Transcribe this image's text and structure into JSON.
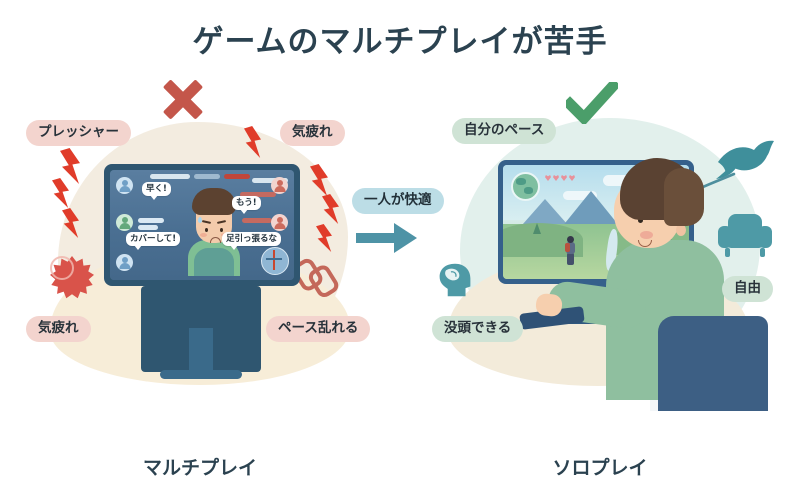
{
  "title": "ゲームのマルチプレイが苦手",
  "left_panel": {
    "caption": "マルチプレイ",
    "verdict_icon": "x-mark-icon",
    "badges": [
      {
        "id": "pressure",
        "label": "プレッシャー"
      },
      {
        "id": "mental-fatigue-top",
        "label": "気疲れ"
      },
      {
        "id": "mental-fatigue-bottom",
        "label": "気疲れ"
      },
      {
        "id": "pace-disrupted",
        "label": "ペース乱れる"
      }
    ],
    "chat_bubbles": [
      {
        "id": "hurry",
        "label": "早く!"
      },
      {
        "id": "enough",
        "label": "もう!"
      },
      {
        "id": "cover-me",
        "label": "カバーして!"
      },
      {
        "id": "dont-drag-us-down",
        "label": "足引っ張るな"
      }
    ],
    "icons": [
      "lightning-bolt-icon",
      "burst-pain-icon",
      "broken-chain-icon"
    ]
  },
  "center": {
    "badge": "一人が快適",
    "arrow_icon": "right-arrow-icon"
  },
  "right_panel": {
    "caption": "ソロプレイ",
    "verdict_icon": "check-mark-icon",
    "badges": [
      {
        "id": "own-pace",
        "label": "自分のペース"
      },
      {
        "id": "can-immerse",
        "label": "没頭できる"
      },
      {
        "id": "freedom",
        "label": "自由"
      }
    ],
    "icons": [
      "brain-head-icon",
      "bird-icon",
      "armchair-icon",
      "heart-hud-icon",
      "minimap-icon"
    ]
  },
  "colors": {
    "title": "#2b4250",
    "negative_badge": "#f3d4ce",
    "positive_badge": "#cfe3d5",
    "center_badge": "#bcdde6",
    "x_mark": "#c4564a",
    "check_mark": "#4b9e6a",
    "bolt": "#e03c2a",
    "teal_accent": "#4e8f9e",
    "monitor_left": "#2f5670",
    "monitor_right": "#35608b"
  }
}
